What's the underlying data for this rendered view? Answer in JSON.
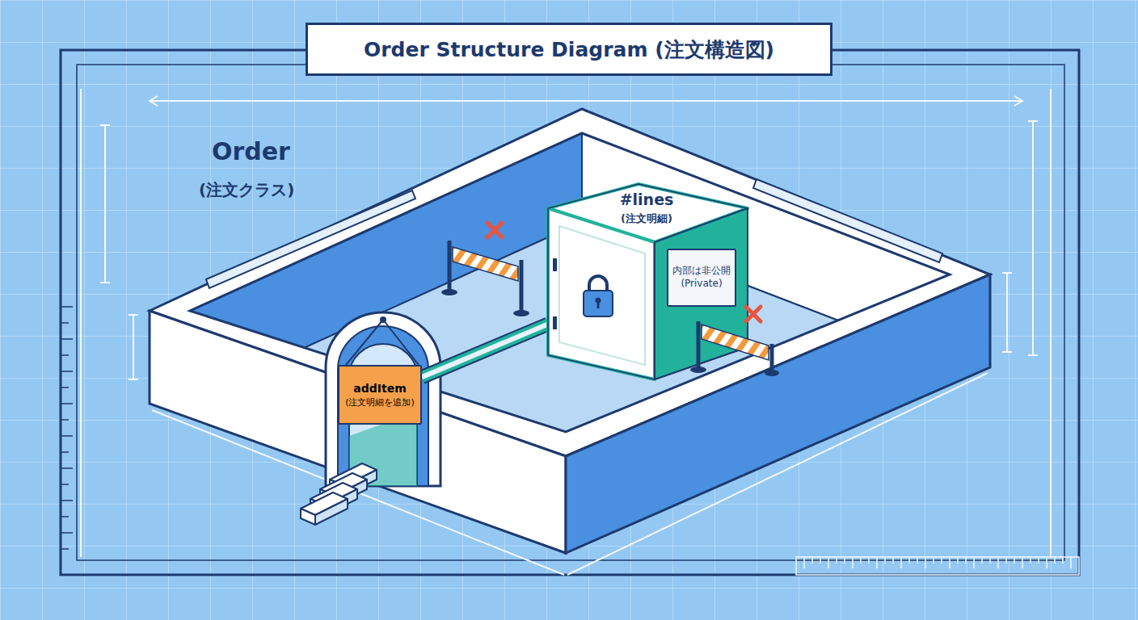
{
  "diagram": {
    "title": "Order Structure Diagram (注文構造図)",
    "nodes": [
      {
        "text": [
          "Order",
          "(注文クラス)"
        ]
      },
      {
        "text": [
          "#lines",
          "(注文明細)",
          "内部は非公開 (Private)"
        ],
        "in": 0
      },
      {
        "text": [
          "addItem",
          "(注文明細を追加)"
        ],
        "in": 0
      }
    ],
    "edges": [
      {
        "from": 2,
        "to": 1,
        "arrow": "none"
      }
    ]
  }
}
